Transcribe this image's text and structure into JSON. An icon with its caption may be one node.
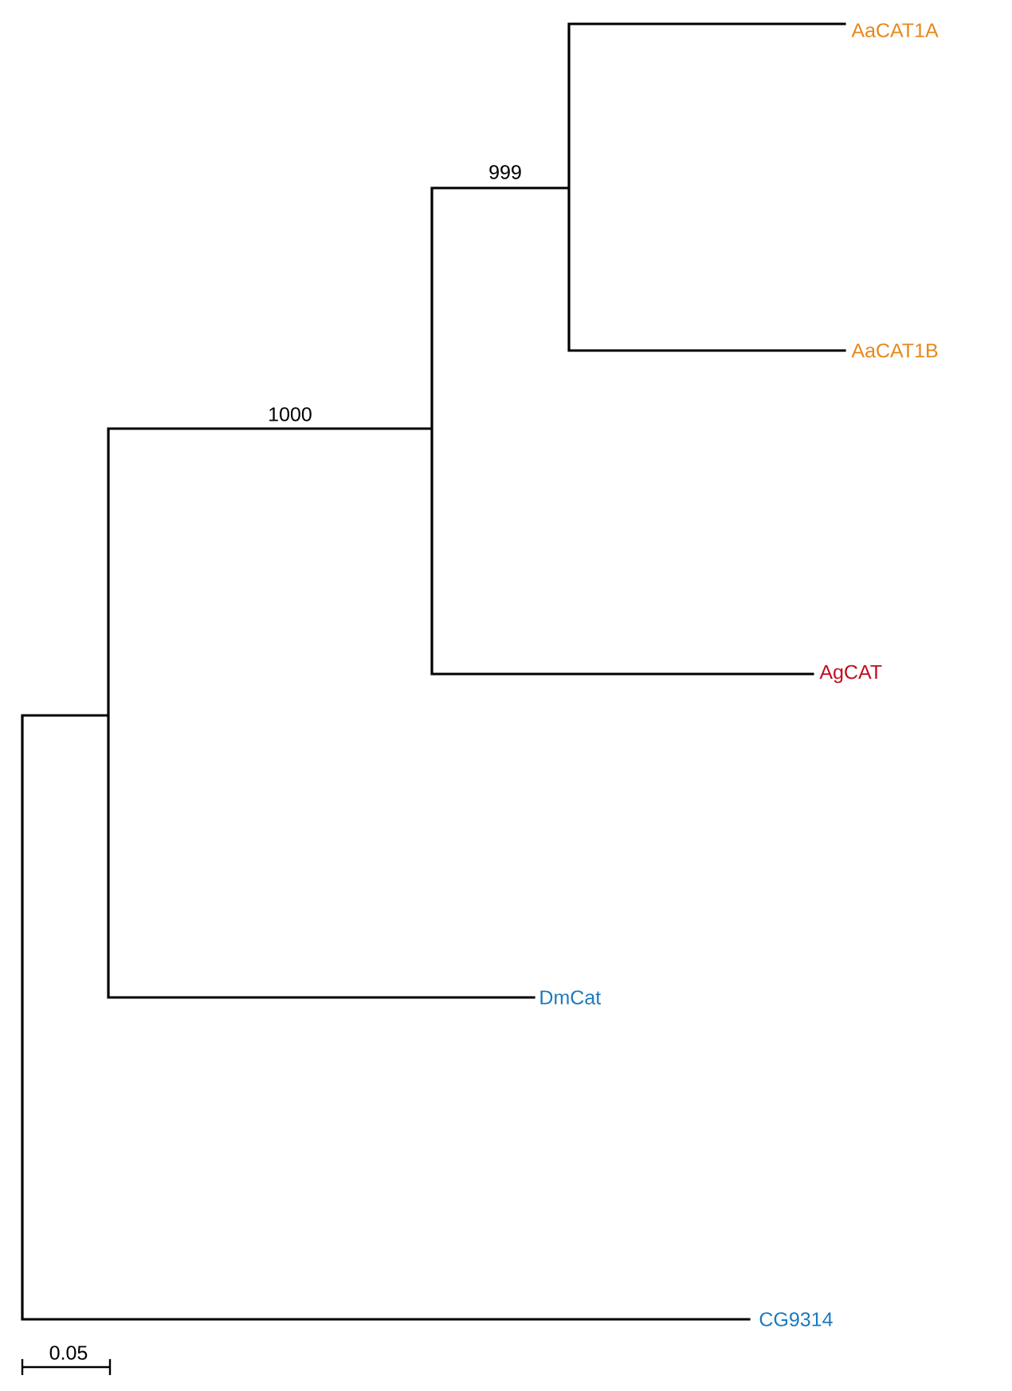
{
  "diagram": {
    "nodes": [
      {
        "text": [
          "AaCAT1A"
        ]
      },
      {
        "text": [
          "AaCAT1B"
        ]
      },
      {
        "text": [
          "AgCAT"
        ]
      },
      {
        "text": [
          "DmCat"
        ]
      },
      {
        "text": [
          "CG9314"
        ]
      }
    ],
    "labels": [
      "999",
      "1000",
      "0.05"
    ]
  }
}
